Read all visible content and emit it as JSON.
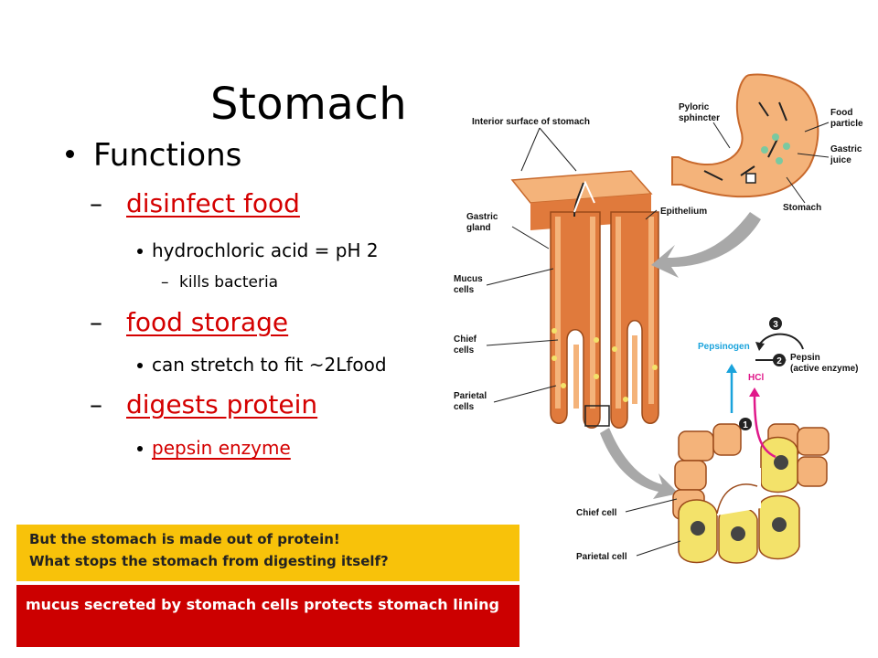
{
  "slide": {
    "title": "Stomach",
    "level1": {
      "label": "Functions"
    },
    "items": [
      {
        "label": "disinfect food",
        "sub": "hydrochloric acid = pH 2",
        "subsub": "kills bacteria"
      },
      {
        "label": "food storage",
        "sub": "can stretch to fit ~2Lfood"
      },
      {
        "label": "digests protein",
        "sub": "pepsin enzyme"
      }
    ],
    "question": {
      "line1": "But the stomach is made out of protein!",
      "line2": "What stops the stomach from digesting itself?"
    },
    "answer": "mucus secreted by stomach cells protects stomach lining"
  },
  "diagram": {
    "labels": {
      "interior_surface": "Interior surface of stomach",
      "pyloric1": "Pyloric",
      "pyloric2": "sphincter",
      "food1": "Food",
      "food2": "particle",
      "gastric_juice1": "Gastric",
      "gastric_juice2": "juice",
      "stomach": "Stomach",
      "gastric_gland1": "Gastric",
      "gastric_gland2": "gland",
      "epithelium": "Epithelium",
      "mucus1": "Mucus",
      "mucus2": "cells",
      "chief1": "Chief",
      "chief2": "cells",
      "parietal1": "Parietal",
      "parietal2": "cells",
      "chief_cell": "Chief cell",
      "parietal_cell": "Parietal cell",
      "pepsinogen": "Pepsinogen",
      "pepsin1": "Pepsin",
      "pepsin2": "(active enzyme)",
      "hcl": "HCl",
      "step1": "1",
      "step2": "2",
      "step3": "3"
    },
    "colors": {
      "tissue": "#e07a3c",
      "tissue_light": "#f4b37a",
      "cell_yellow": "#f3e26a",
      "pepsinogen_arrow": "#1aa3dc",
      "hcl_arrow": "#e0198a",
      "grey_arrow": "#a8a8a8"
    }
  }
}
